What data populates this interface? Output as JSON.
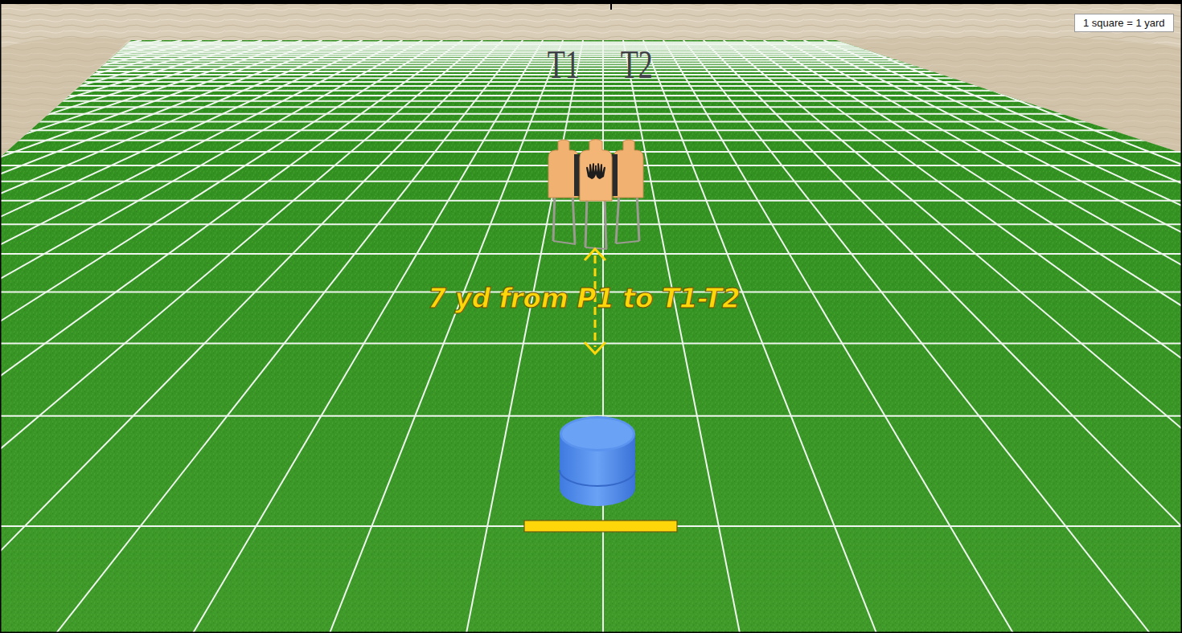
{
  "diagram": {
    "nodes": [
      {
        "text": [
          "1 square = 1 yard"
        ]
      }
    ],
    "labels": [
      "T1",
      "T2",
      "7 yd from P1 to T1-T2"
    ]
  }
}
